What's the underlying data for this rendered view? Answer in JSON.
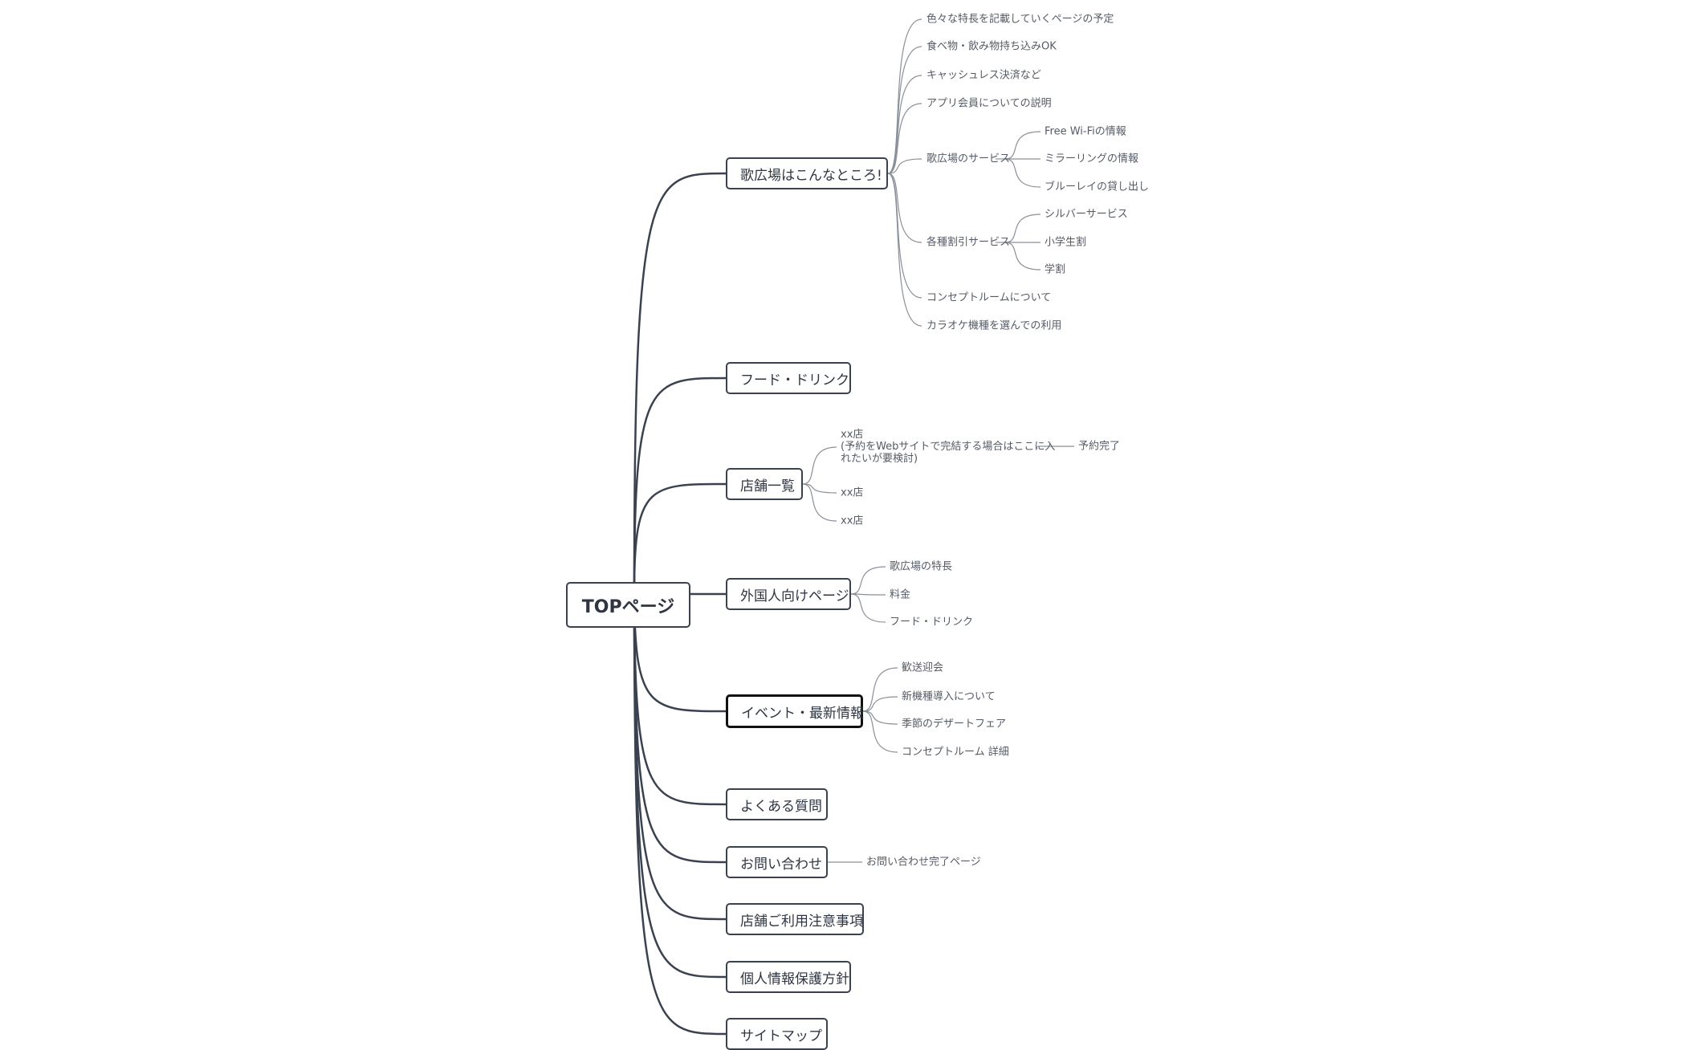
{
  "root": {
    "label": "TOPページ"
  },
  "colors": {
    "line": "#3a4250",
    "thin_line": "#8a9099",
    "text": "#2f3642",
    "leaf_text": "#555b66"
  },
  "branches": [
    {
      "label": "歌広場はこんなところ!",
      "children": [
        {
          "label": "色々な特長を記載していくページの予定"
        },
        {
          "label": "食べ物・飲み物持ち込みOK"
        },
        {
          "label": "キャッシュレス決済など"
        },
        {
          "label": "アプリ会員についての説明"
        },
        {
          "label": "歌広場のサービス",
          "children": [
            {
              "label": "Free Wi-Fiの情報"
            },
            {
              "label": "ミラーリングの情報"
            },
            {
              "label": "ブルーレイの貸し出し"
            }
          ]
        },
        {
          "label": "各種割引サービス",
          "children": [
            {
              "label": "シルバーサービス"
            },
            {
              "label": "小学生割"
            },
            {
              "label": "学割"
            }
          ]
        },
        {
          "label": "コンセプトルームについて"
        },
        {
          "label": "カラオケ機種を選んでの利用"
        }
      ]
    },
    {
      "label": "フード・ドリンク",
      "children": []
    },
    {
      "label": "店舗一覧",
      "children": [
        {
          "label": "xx店\n(予約をWebサイトで完結する場合はここに入\nれたいが要検討)",
          "children": [
            {
              "label": "予約完了"
            }
          ]
        },
        {
          "label": "xx店"
        },
        {
          "label": "xx店"
        }
      ]
    },
    {
      "label": "外国人向けページ",
      "children": [
        {
          "label": "歌広場の特長"
        },
        {
          "label": "料金"
        },
        {
          "label": "フード・ドリンク"
        }
      ]
    },
    {
      "label": "イベント・最新情報",
      "children": [
        {
          "label": "歓送迎会"
        },
        {
          "label": "新機種導入について"
        },
        {
          "label": "季節のデザートフェア"
        },
        {
          "label": "コンセプトルーム 詳細"
        }
      ]
    },
    {
      "label": "よくある質問",
      "children": []
    },
    {
      "label": "お問い合わせ",
      "children": [
        {
          "label": "お問い合わせ完了ページ"
        }
      ]
    },
    {
      "label": "店舗ご利用注意事項",
      "children": []
    },
    {
      "label": "個人情報保護方針",
      "children": []
    },
    {
      "label": "サイトマップ",
      "children": []
    }
  ]
}
